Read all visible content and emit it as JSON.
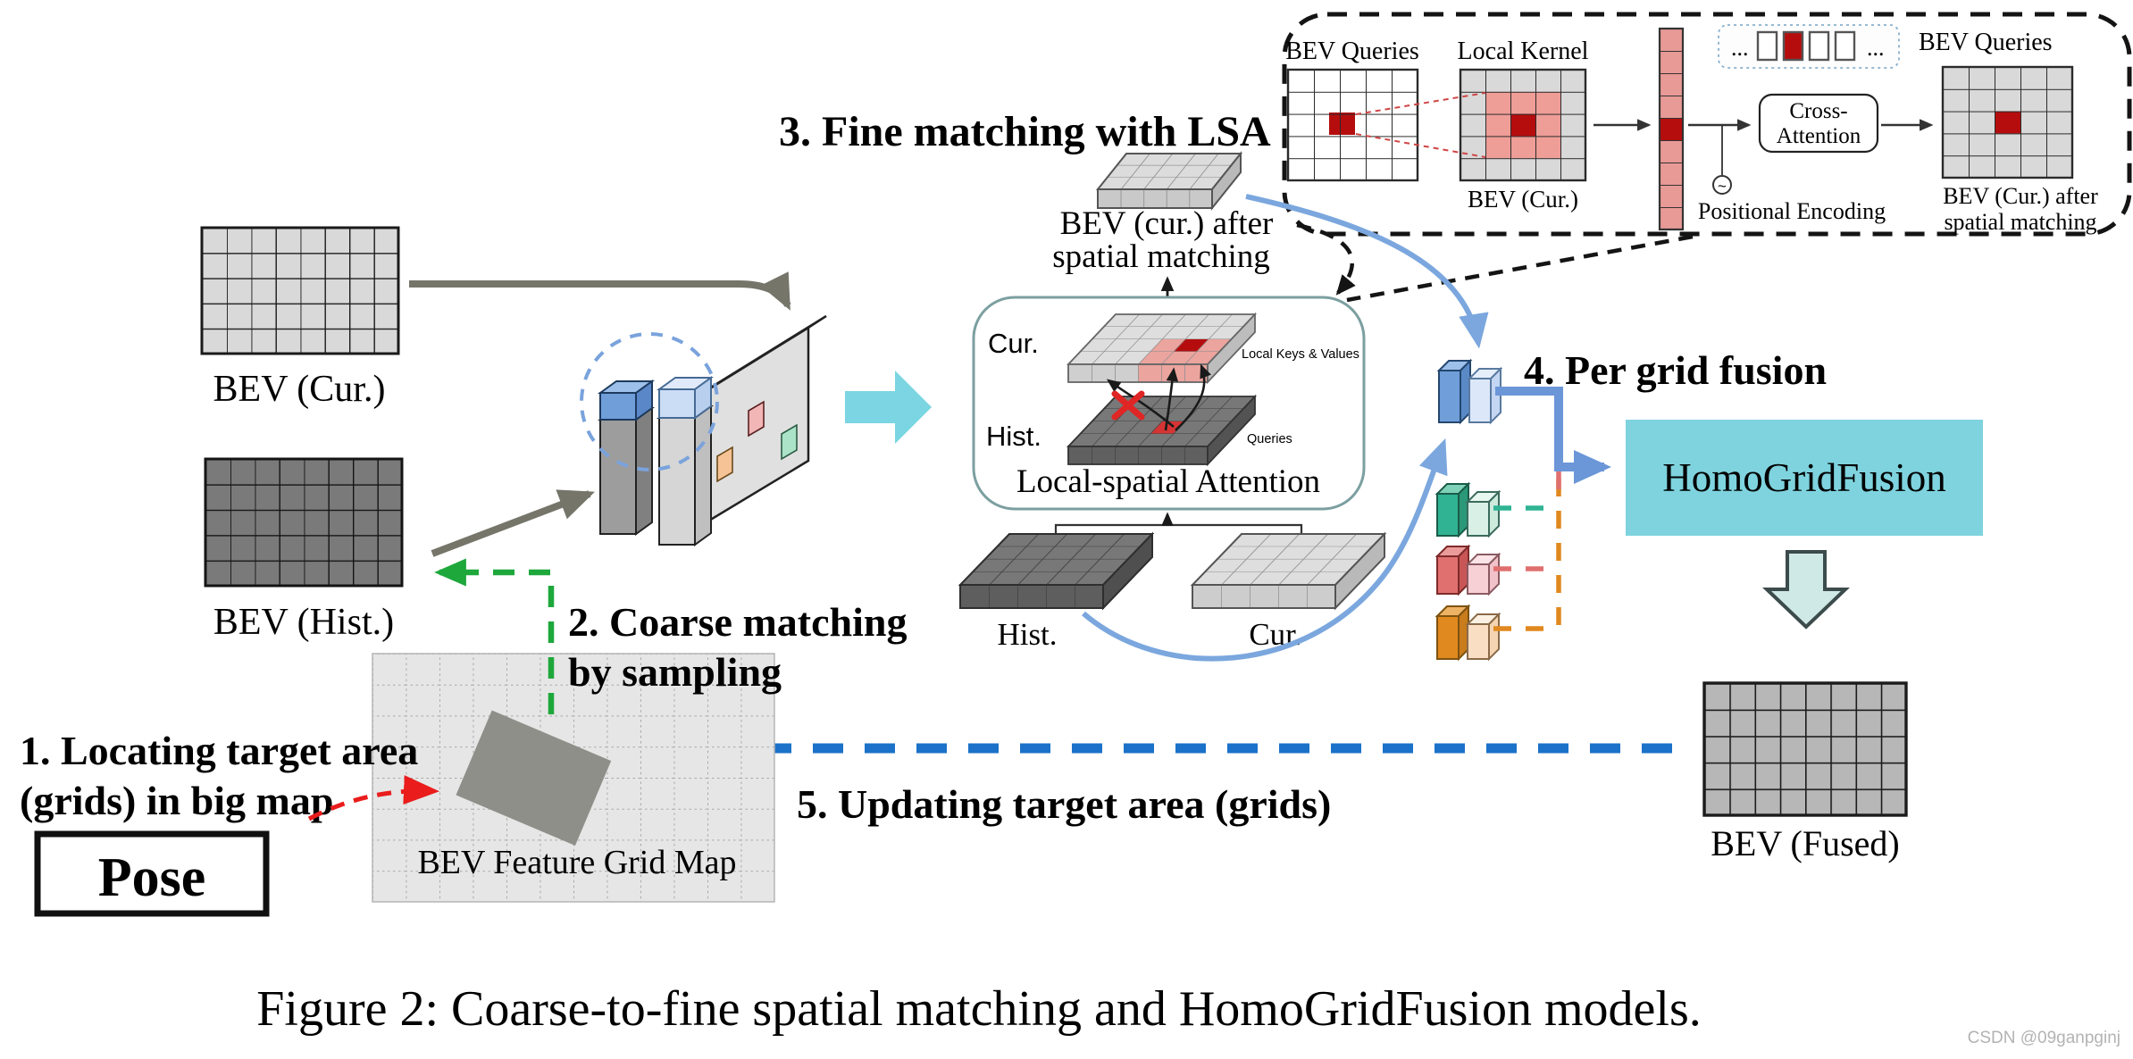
{
  "figure": {
    "caption": "Figure 2: Coarse-to-fine spatial matching and HomoGridFusion models.",
    "watermark": "CSDN @09ganpginj"
  },
  "steps": {
    "s1a": "1. Locating target area",
    "s1b": "(grids) in big map",
    "s2a": "2. Coarse matching",
    "s2b": "by sampling",
    "s3": "3. Fine matching with LSA",
    "s4": "4. Per grid fusion",
    "s5": "5. Updating target area (grids)"
  },
  "labels": {
    "bev_cur": "BEV (Cur.)",
    "bev_hist": "BEV (Hist.)",
    "bev_fused": "BEV (Fused)",
    "map": "BEV Feature Grid Map",
    "pose": "Pose",
    "after1": "BEV (cur.) after",
    "after2": "spatial matching",
    "lsa": "Local-spatial Attention",
    "cur_short": "Cur.",
    "hist_short": "Hist.",
    "lkv": "Local Keys & Values",
    "queries": "Queries",
    "hist_slab": "Hist.",
    "cur_slab": "Cur.",
    "hgf": "HomoGridFusion"
  },
  "inset": {
    "bev_queries": "BEV Queries",
    "local_kernel": "Local Kernel",
    "bev_cur": "BEV (Cur.)",
    "ca1": "Cross-",
    "ca2": "Attention",
    "pe": "Positional Encoding",
    "pe_symbol": "~",
    "bev_queries_r": "BEV Queries",
    "after1": "BEV (Cur.) after",
    "after2": "spatial matching",
    "dots": "..."
  },
  "colors": {
    "teal_box": "#7ed3de",
    "cyan_arrow": "#7bd5e2",
    "light_blue_arrow": "#7ba7de",
    "blue_dashed": "#1b72c8",
    "green_dashed": "#1ea83c",
    "red_dashed": "#ea1c1c",
    "gray_arrow": "#75756a",
    "dark_red_cell": "#b50d0d",
    "pink_kernel": "#ee9d97",
    "teal_bar": "#2fb393",
    "red_bar": "#e07070",
    "orange_bar": "#e0891f",
    "blue_bar": "#6f9ed9"
  }
}
